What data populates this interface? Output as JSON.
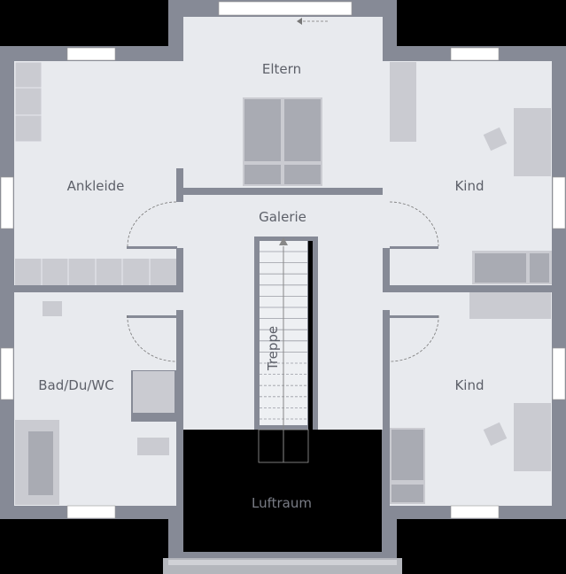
{
  "plan": {
    "rooms": {
      "eltern": "Eltern",
      "ankleide": "Ankleide",
      "kind_top": "Kind",
      "galerie": "Galerie",
      "treppe": "Treppe",
      "bad": "Bad/Du/WC",
      "kind_bottom": "Kind",
      "luftraum": "Luftraum"
    },
    "colors": {
      "background": "#000000",
      "wall": "#868a96",
      "floor": "#e8eaee",
      "furniture_light": "#cacbd1",
      "furniture_dark": "#a9abb3",
      "window": "#ffffff"
    }
  }
}
